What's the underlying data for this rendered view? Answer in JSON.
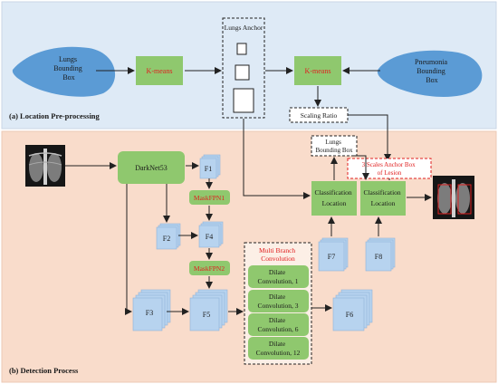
{
  "panels": {
    "location_title": "(a) Location Pre-processing",
    "detection_title": "(b) Detection Process"
  },
  "location": {
    "lungs_bbox": [
      "Lungs",
      "Bounding",
      "Box"
    ],
    "kmeans_left": "K-means",
    "anchor_title": "Lungs Anchor",
    "kmeans_right": "K-means",
    "pneumonia_bbox": [
      "Pneumonia",
      "Bounding",
      "Box"
    ],
    "scaling_ratio": "Scaling Ratio"
  },
  "detection": {
    "darknet": "DarkNet53",
    "f1": "F1",
    "maskfpn1": "MaskFPN1",
    "f2": "F2",
    "f4": "F4",
    "maskfpn2": "MaskFPN2",
    "f3": "F3",
    "f5": "F5",
    "multibranch_title": [
      "Multi Branch",
      "Convolution"
    ],
    "dilate_blocks": [
      [
        "Dilate",
        "Convolution, 1"
      ],
      [
        "Dilate",
        "Convolution, 3"
      ],
      [
        "Dilate",
        "Convolution, 6"
      ],
      [
        "Dilate",
        "Convolution, 12"
      ]
    ],
    "f6": "F6",
    "f7": "F7",
    "f8": "F8",
    "lungs_bbox_label": [
      "Lungs",
      "Bounding Box"
    ],
    "anchor_lesion_label": [
      "3 Scales  Anchor Box",
      "of Lesion"
    ],
    "head_left": [
      "Classification",
      "Location"
    ],
    "head_right": [
      "Classification",
      "Location"
    ]
  },
  "colors": {
    "location_bg": "#deeaf6",
    "detection_bg": "#f9dccb",
    "green_box": "#8fc86e",
    "blue_blob": "#5b9bd5",
    "feature_map": "#b7d3ef",
    "accent_red": "#e02020"
  }
}
